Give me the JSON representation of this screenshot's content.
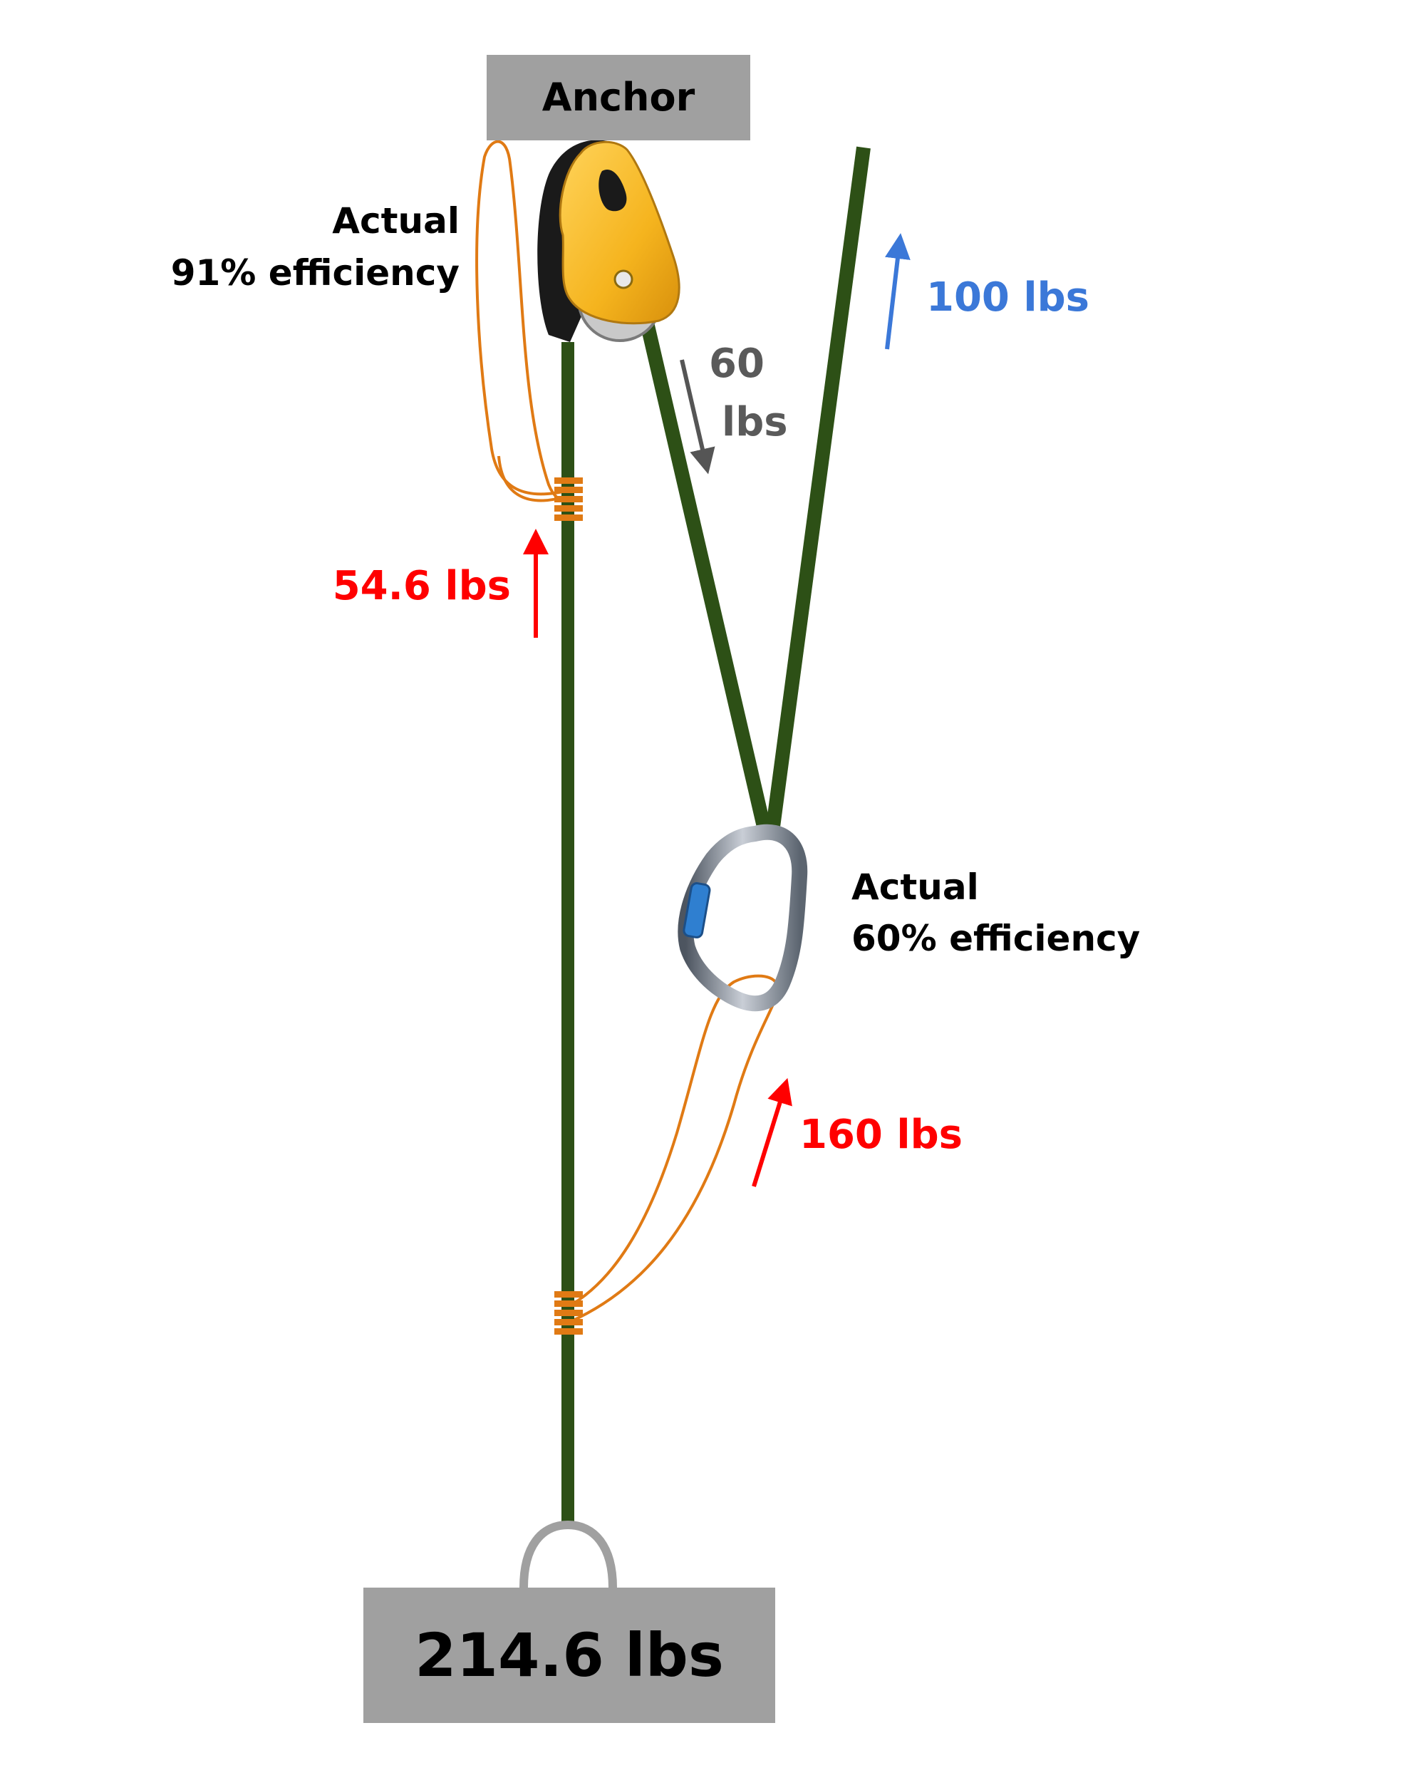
{
  "anchor": {
    "label": "Anchor"
  },
  "load": {
    "label": "214.6 lbs"
  },
  "pulley_efficiency": {
    "line1": "Actual",
    "line2": "91% efficiency"
  },
  "carabiner_efficiency": {
    "line1": "Actual",
    "line2": "60% efficiency"
  },
  "forces": {
    "pull": {
      "label": "100 lbs",
      "color": "#3b78d8"
    },
    "pulley_exit": {
      "value": "60",
      "unit": "lbs",
      "color": "#5a5a5a"
    },
    "lower_progress": {
      "label": "54.6 lbs",
      "color": "#ff0000"
    },
    "carabiner_out": {
      "label": "160 lbs",
      "color": "#ff0000"
    }
  },
  "colors": {
    "rope": "#2d5016",
    "prusik": "#e07a14",
    "anchor_box": "#a0a0a0",
    "pulley_body": "#f5b41e",
    "carabiner_gate": "#2f7fd0"
  },
  "icons": [
    "pulley-icon",
    "carabiner-icon",
    "prusik-hitch-icon",
    "load-bail-icon"
  ]
}
